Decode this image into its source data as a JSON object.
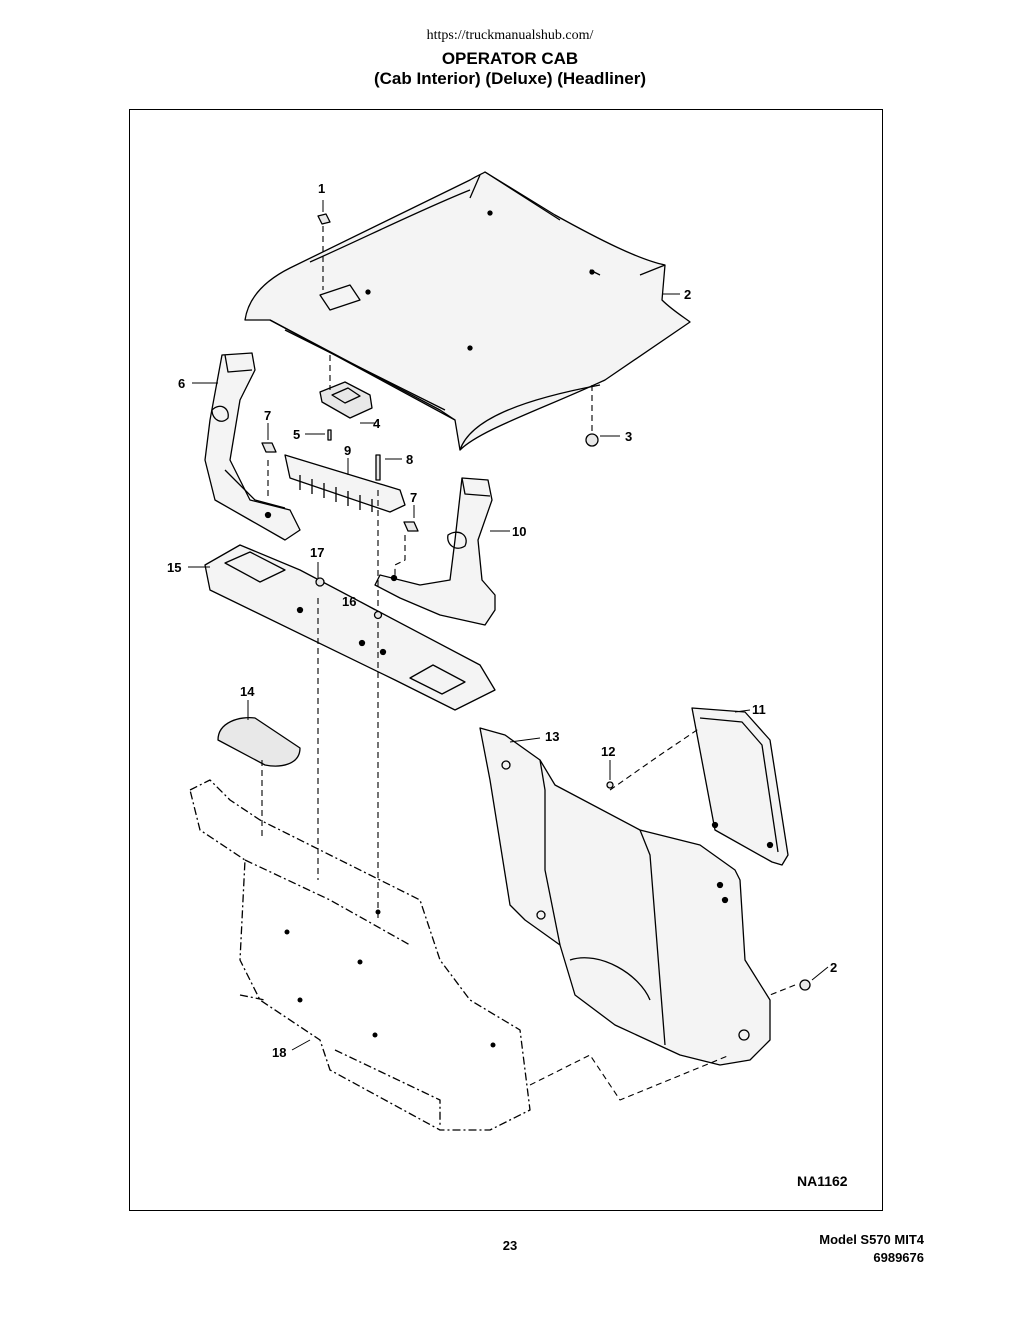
{
  "header": {
    "url": "https://truckmanualshub.com/",
    "title": "OPERATOR CAB",
    "subtitle": "(Cab Interior) (Deluxe) (Headliner)"
  },
  "figure": {
    "id": "NA1162",
    "callouts": [
      "1",
      "2",
      "3",
      "4",
      "5",
      "6",
      "7",
      "8",
      "9",
      "7",
      "10",
      "15",
      "17",
      "16",
      "14",
      "11",
      "13",
      "12",
      "2",
      "18"
    ]
  },
  "footer": {
    "page_number": "23",
    "model": "Model S570 MIT4",
    "part_number": "6989676"
  }
}
